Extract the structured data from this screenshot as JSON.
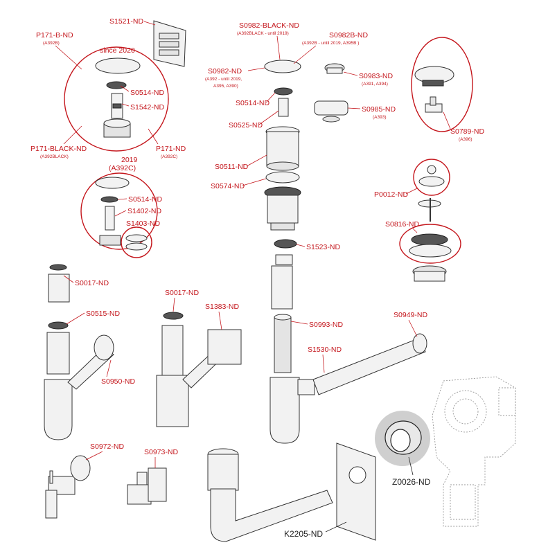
{
  "labels": {
    "s1521": "S1521-ND",
    "p171b": "P171-B-ND",
    "p171b_sub": "(A392B)",
    "since2020": "since 2020",
    "s0514_top": "S0514-ND",
    "s1542": "S1542-ND",
    "p171black": "P171-BLACK-ND",
    "p171black_sub": "(A392BLACK)",
    "p171": "P171-ND",
    "p171_sub": "(A392C)",
    "y2019": "2019",
    "y2019_sub": "(A392C)",
    "s0514_mid": "S0514-ND",
    "s1402": "S1402-ND",
    "s1403": "S1403-ND",
    "s0982black": "S0982-BLACK-ND",
    "s0982black_sub": "(A392BLACK - until 2019)",
    "s0982b": "S0982B-ND",
    "s0982b_sub": "(A392B - until 2019, A395B )",
    "s0982": "S0982-ND",
    "s0982_sub1": "(A392 - until 2019,",
    "s0982_sub2": "A395, A390)",
    "s0983": "S0983-ND",
    "s0983_sub": "(A391, A394)",
    "s0514_center": "S0514-ND",
    "s0985": "S0985-ND",
    "s0985_sub": "(A393)",
    "s0525": "S0525-ND",
    "s0789": "S0789-ND",
    "s0789_sub": "(A396)",
    "s0511": "S0511-ND",
    "s0574": "S0574-ND",
    "p0012": "P0012-ND",
    "s0816": "S0816-ND",
    "s1523": "S1523-ND",
    "s0017_left": "S0017-ND",
    "s0515": "S0515-ND",
    "s0950": "S0950-ND",
    "s0017_mid": "S0017-ND",
    "s1383": "S1383-ND",
    "s0993": "S0993-ND",
    "s0949": "S0949-ND",
    "s1530": "S1530-ND",
    "s0972": "S0972-ND",
    "s0973": "S0973-ND",
    "z0026": "Z0026-ND",
    "k2205": "K2205-ND"
  },
  "colors": {
    "label_red": "#c4161c",
    "label_black": "#222222",
    "highlight_gray": "#cfcfcf"
  }
}
